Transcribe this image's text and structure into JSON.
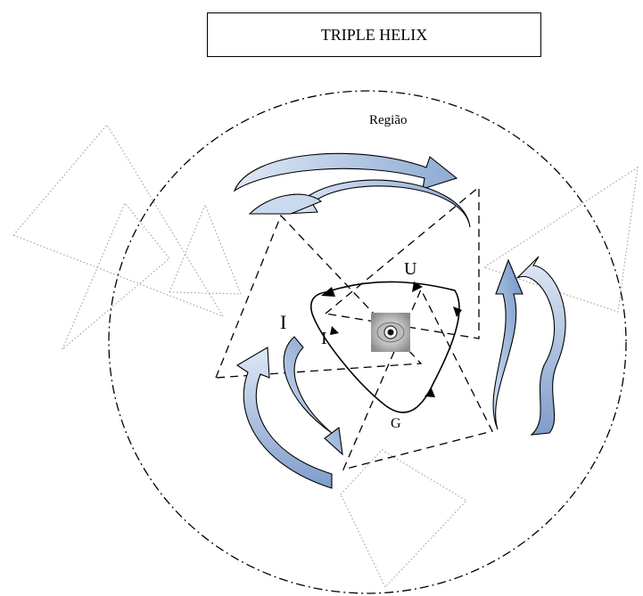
{
  "title": "TRIPLE HELIX",
  "labels": {
    "region": "Região",
    "university": "U",
    "industry_outer": "I",
    "industry_inner": "I",
    "government": "G"
  },
  "colors": {
    "arrow_light": "#c9d9ee",
    "arrow_medium": "#9fb9dc",
    "arrow_dark": "#6f93c6",
    "outline": "#000000",
    "dotted_gray": "#a6a6a6",
    "center_icon": "#7f7f7f"
  },
  "icons": {
    "center": "eye-emblem-icon",
    "arrow_heads": "triangle-arrowhead-icon",
    "curved_arrows": "curved-arrow-icon"
  }
}
